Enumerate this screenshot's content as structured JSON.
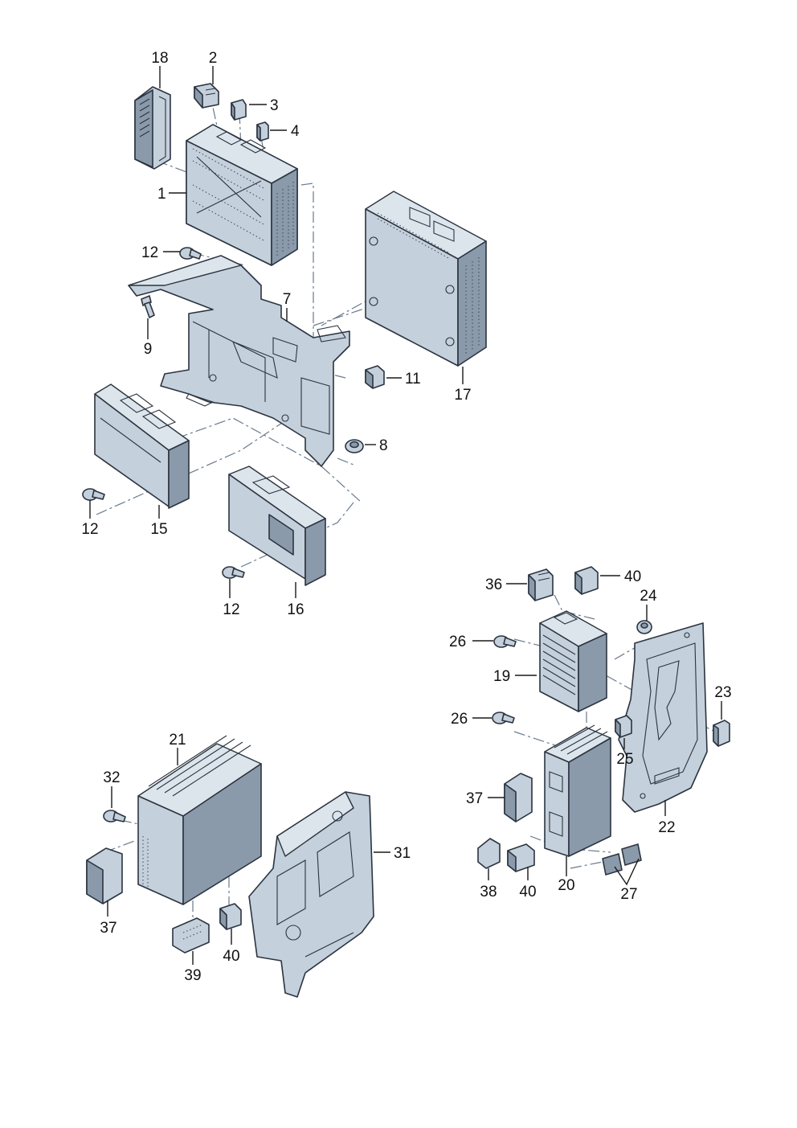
{
  "callouts": {
    "c18": "18",
    "c2": "2",
    "c3": "3",
    "c4": "4",
    "c1": "1",
    "c12a": "12",
    "c9": "9",
    "c7": "7",
    "c11": "11",
    "c17": "17",
    "c8": "8",
    "c12b": "12",
    "c15": "15",
    "c12c": "12",
    "c16": "16",
    "c36": "36",
    "c40a": "40",
    "c24": "24",
    "c26a": "26",
    "c19": "19",
    "c23": "23",
    "c26b": "26",
    "c25": "25",
    "c37a": "37",
    "c22": "22",
    "c38": "38",
    "c40b": "40",
    "c20": "20",
    "c27": "27",
    "c21": "21",
    "c32": "32",
    "c31": "31",
    "c37b": "37",
    "c39": "39",
    "c40c": "40"
  }
}
